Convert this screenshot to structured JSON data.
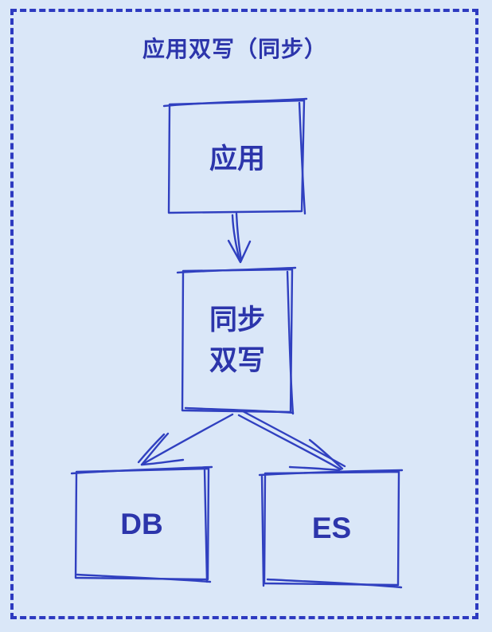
{
  "diagram": {
    "title": "应用双写（同步）",
    "nodes": {
      "app": {
        "label": "应用"
      },
      "sync": {
        "label": "同步\n双写"
      },
      "db": {
        "label": "DB"
      },
      "es": {
        "label": "ES"
      }
    },
    "edges": [
      {
        "from": "app",
        "to": "sync",
        "style": "arrow-down"
      },
      {
        "from": "sync",
        "to": "db",
        "style": "arrow-diagonal-left"
      },
      {
        "from": "sync",
        "to": "es",
        "style": "arrow-diagonal-right-double"
      }
    ],
    "colors": {
      "background": "#dae7f8",
      "stroke": "#3040c0",
      "text": "#2c35ab",
      "frame_dash": "#2d3ac0"
    }
  }
}
